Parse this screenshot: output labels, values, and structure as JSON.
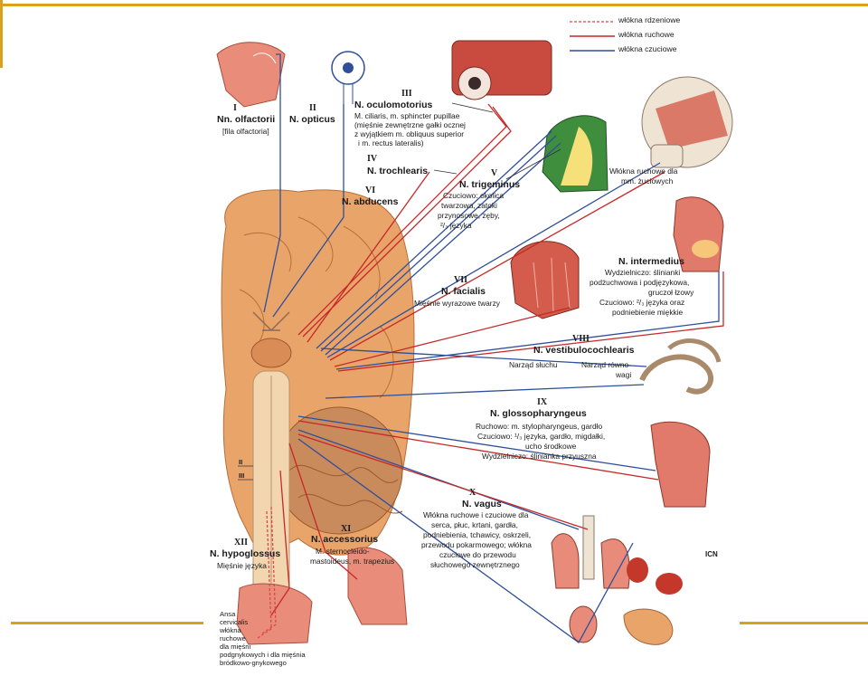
{
  "colors": {
    "accent_gold": "#d9a21b",
    "spinal_fiber": "#d84a4a",
    "motor_fiber": "#c62828",
    "sensory_fiber": "#2f4f9a",
    "brain": "#e9a46a",
    "flesh": "#e98c7a"
  },
  "legend": {
    "spinal": "włókna rdzeniowe",
    "motor": "włókna ruchowe",
    "sensory": "włókna czuciowe"
  },
  "nerves": {
    "i": {
      "num": "I",
      "name": "Nn. olfactorii",
      "desc": "[fila olfactoria]"
    },
    "ii": {
      "num": "II",
      "name": "N. opticus"
    },
    "iii": {
      "num": "III",
      "name": "N. oculomotorius",
      "desc1": "M. ciliaris, m. sphincter pupillae",
      "desc2": "(mięśnie zewnętrzne gałki ocznej",
      "desc3": "z wyjątkiem m. obliquus superior",
      "desc4": "i m. rectus lateralis)"
    },
    "iv": {
      "num": "IV",
      "name": "N. trochlearis"
    },
    "v": {
      "num": "V",
      "name": "N. trigeminus",
      "desc1": "Czuciowo: okolica",
      "desc2": "twarzowa, zatoki",
      "desc3": "przynosowe, zęby,",
      "desc4": "²/₃ języka"
    },
    "vi": {
      "num": "VI",
      "name": "N. abducens"
    },
    "v_motor": {
      "desc1": "Włókna ruchowe dla",
      "desc2": "mm. żuciowych"
    },
    "vii": {
      "num": "VII",
      "name": "N. facialis",
      "desc": "Mięśnie wyrazowe twarzy"
    },
    "intermedius": {
      "name": "N. intermedius",
      "desc1": "Wydzielniczo: ślinianki",
      "desc2": "podżuchwowa i podjęzykowa,",
      "desc3": "gruczoł łzowy",
      "desc4": "Czuciowo: ²/₃ języka oraz",
      "desc5": "podniebienie miękkie"
    },
    "viii": {
      "num": "VIII",
      "name": "N. vestibulocochlearis",
      "desc1": "Narząd słuchu",
      "desc2": "Narząd równo-",
      "desc3": "wagi"
    },
    "ix": {
      "num": "IX",
      "name": "N. glossopharyngeus",
      "desc1": "Ruchowo: m. stylopharyngeus, gardło",
      "desc2": "Czuciowo: ¹/₃ języka, gardło, migdałki,",
      "desc3": "ucho środkowe",
      "desc4": "Wydzielniczo: ślinianka przyuszna"
    },
    "x": {
      "num": "X",
      "name": "N. vagus",
      "desc1": "Włókna ruchowe i czuciowe dla",
      "desc2": "serca, płuc, krtani, gardła,",
      "desc3": "podniebienia, tchawicy, oskrzeli,",
      "desc4": "przewodu pokarmowego; włókna",
      "desc5": "czuciowe do przewodu",
      "desc6": "słuchowego zewnętrznego"
    },
    "xi": {
      "num": "XI",
      "name": "N. accessorius",
      "desc1": "M. sternocleido-",
      "desc2": "mastoideus, m. trapezius"
    },
    "xii": {
      "num": "XII",
      "name": "N. hypoglossus",
      "desc": "Mięśnie języka"
    },
    "ansa": {
      "l1": "Ansa",
      "l2": "cervicalis",
      "l3": "włókna",
      "l4": "ruchowe",
      "l5": "dla mięśni",
      "l6": "podgnykowych i dla mięśnia",
      "l7": "bródkowo-gnykowego"
    }
  },
  "logo": "ICN",
  "spinal_labels": [
    "II",
    "III"
  ]
}
